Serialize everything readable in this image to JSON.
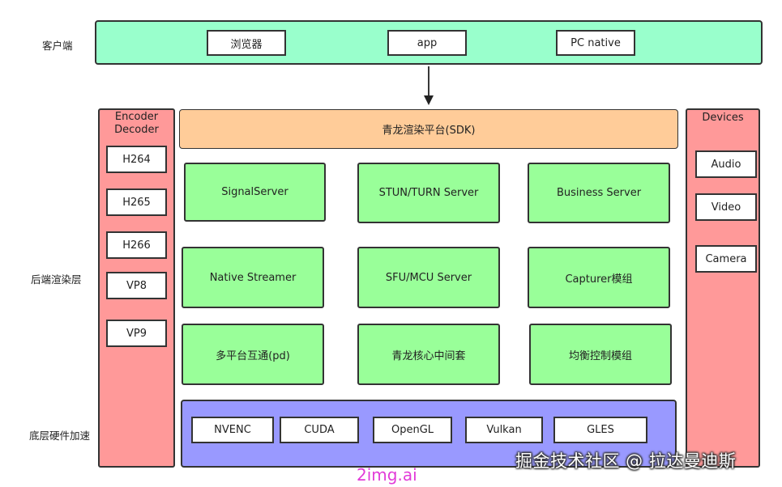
{
  "layers": {
    "client": "客户端",
    "backend": "后端渲染层",
    "hardware": "底层硬件加速"
  },
  "clients": [
    "浏览器",
    "app",
    "PC native"
  ],
  "encoder": {
    "title": "Encoder\nDecoder",
    "codecs": [
      "H264",
      "H265",
      "H266",
      "VP8",
      "VP9"
    ]
  },
  "devices": {
    "title": "Devices",
    "items": [
      "Audio",
      "Video",
      "Camera"
    ]
  },
  "sdk": "青龙渲染平台(SDK)",
  "modules": [
    "SignalServer",
    "STUN/TURN Server",
    "Business Server",
    "Native Streamer",
    "SFU/MCU Server",
    "Capturer模组",
    "多平台互通(pd)",
    "青龙核心中间套",
    "均衡控制模组"
  ],
  "hw": [
    "NVENC",
    "CUDA",
    "OpenGL",
    "Vulkan",
    "GLES"
  ],
  "watermark": "掘金技术社区 @ 拉达曼迪斯",
  "watermark2": "2img.ai",
  "colors": {
    "client_bg": "#99ffcc",
    "sdk_bg": "#ffcc99",
    "module_bg": "#99ff99",
    "side_bg": "#ff9999",
    "hw_bg": "#9999ff"
  }
}
